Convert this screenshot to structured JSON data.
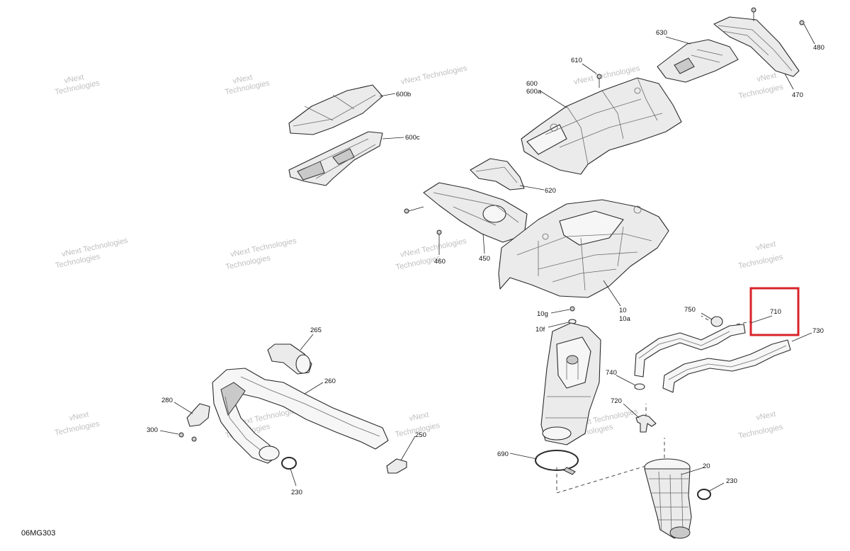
{
  "diagram": {
    "code": "06MG303",
    "callouts": {
      "c480": "480",
      "c470": "470",
      "c630": "630",
      "c610": "610",
      "c600": "600",
      "c600a": "600a",
      "c600b": "600b",
      "c600c": "600c",
      "c620": "620",
      "c450": "450",
      "c460": "460",
      "c10": "10",
      "c10a": "10a",
      "c10g": "10g",
      "c10f": "10f",
      "c750": "750",
      "c710": "710",
      "c730": "730",
      "c740": "740",
      "c720": "720",
      "c690": "690",
      "c20": "20",
      "c230a": "230",
      "c230b": "230",
      "c265": "265",
      "c260": "260",
      "c280": "280",
      "c300": "300",
      "c250": "250"
    },
    "watermark": {
      "line1": "vNext",
      "line2": "Technologies",
      "line_single": "vNext Technologies"
    },
    "highlight_color": "#d9232a"
  }
}
